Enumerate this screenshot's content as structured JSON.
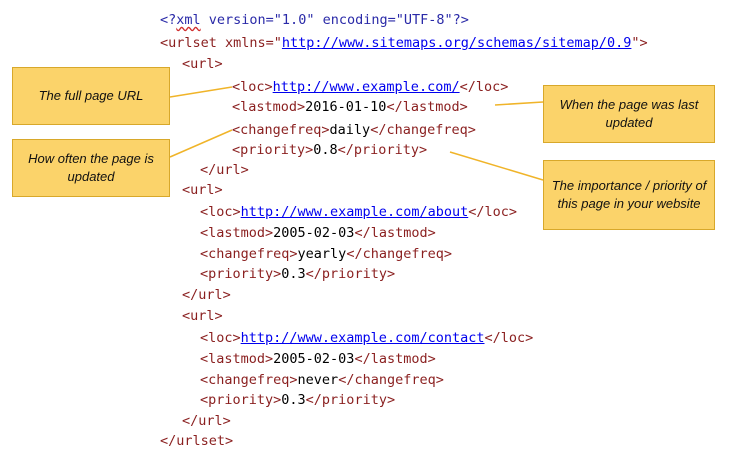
{
  "code": {
    "xml_decl": {
      "open": "<?",
      "name": "xml",
      "attrs": " version=\"1.0\" encoding=\"UTF-8\"",
      "close": "?>"
    },
    "urlset_open": {
      "tag_start": "<urlset xmlns=\"",
      "url": "http://www.sitemaps.org/schemas/sitemap/0.9",
      "tag_end": "\">"
    },
    "urlset_close": "</urlset>",
    "entries": [
      {
        "loc": "http://www.example.com/",
        "lastmod": "2016-01-10",
        "changefreq": "daily",
        "priority": "0.8"
      },
      {
        "loc": "http://www.example.com/about",
        "lastmod": "2005-02-03",
        "changefreq": "yearly",
        "priority": "0.3"
      },
      {
        "loc": "http://www.example.com/contact",
        "lastmod": "2005-02-03",
        "changefreq": "never",
        "priority": "0.3"
      }
    ],
    "tags": {
      "url_open": "<url>",
      "url_close": "</url>",
      "loc_open": "<loc>",
      "loc_close": "</loc>",
      "lastmod_open": "<lastmod>",
      "lastmod_close": "</lastmod>",
      "changefreq_open": "<changefreq>",
      "changefreq_close": "</changefreq>",
      "priority_open": "<priority>",
      "priority_close": "</priority>"
    }
  },
  "callouts": {
    "full_url": "The full page URL",
    "how_often": "How often the page is updated",
    "last_updated": "When the page was last updated",
    "importance": "The importance / priority of this page in your website"
  },
  "colors": {
    "callout_fill": "#fbd36a",
    "callout_border": "#d8a82a",
    "connector": "#f0b429",
    "tag": "#8a1f1f",
    "link": "#0000ee"
  }
}
